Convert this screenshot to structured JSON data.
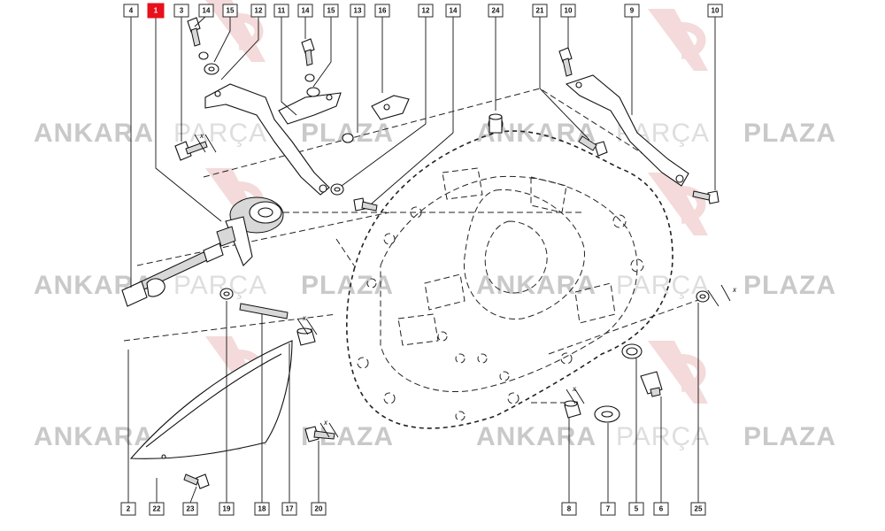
{
  "watermark": {
    "word1": "ANKARA",
    "word2": "PARÇA",
    "word3": "PLAZA",
    "color_dark": "#c9c9c9",
    "color_light": "#dedede",
    "logo_color": "#f3d6d6"
  },
  "callouts_top": [
    {
      "id": "c4",
      "label": "4"
    },
    {
      "id": "c1",
      "label": "1",
      "highlight": true
    },
    {
      "id": "c3",
      "label": "3"
    },
    {
      "id": "c14a",
      "label": "14"
    },
    {
      "id": "c15a",
      "label": "15"
    },
    {
      "id": "c12a",
      "label": "12"
    },
    {
      "id": "c11",
      "label": "11"
    },
    {
      "id": "c14b",
      "label": "14"
    },
    {
      "id": "c15b",
      "label": "15"
    },
    {
      "id": "c13",
      "label": "13"
    },
    {
      "id": "c16",
      "label": "16"
    },
    {
      "id": "c12b",
      "label": "12"
    },
    {
      "id": "c14c",
      "label": "14"
    },
    {
      "id": "c24",
      "label": "24"
    },
    {
      "id": "c21",
      "label": "21"
    },
    {
      "id": "c10a",
      "label": "10"
    },
    {
      "id": "c9",
      "label": "9"
    },
    {
      "id": "c10b",
      "label": "10"
    }
  ],
  "callouts_bottom": [
    {
      "id": "c2",
      "label": "2"
    },
    {
      "id": "c22",
      "label": "22"
    },
    {
      "id": "c23",
      "label": "23"
    },
    {
      "id": "c19",
      "label": "19"
    },
    {
      "id": "c18",
      "label": "18"
    },
    {
      "id": "c17",
      "label": "17"
    },
    {
      "id": "c20",
      "label": "20"
    },
    {
      "id": "c8",
      "label": "8"
    },
    {
      "id": "c7",
      "label": "7"
    },
    {
      "id": "c5",
      "label": "5"
    },
    {
      "id": "c6",
      "label": "6"
    },
    {
      "id": "c25",
      "label": "25"
    }
  ],
  "dimension_marks": [
    "x",
    "x",
    "x",
    "x",
    "x"
  ],
  "highlight_color": "#e8101a"
}
